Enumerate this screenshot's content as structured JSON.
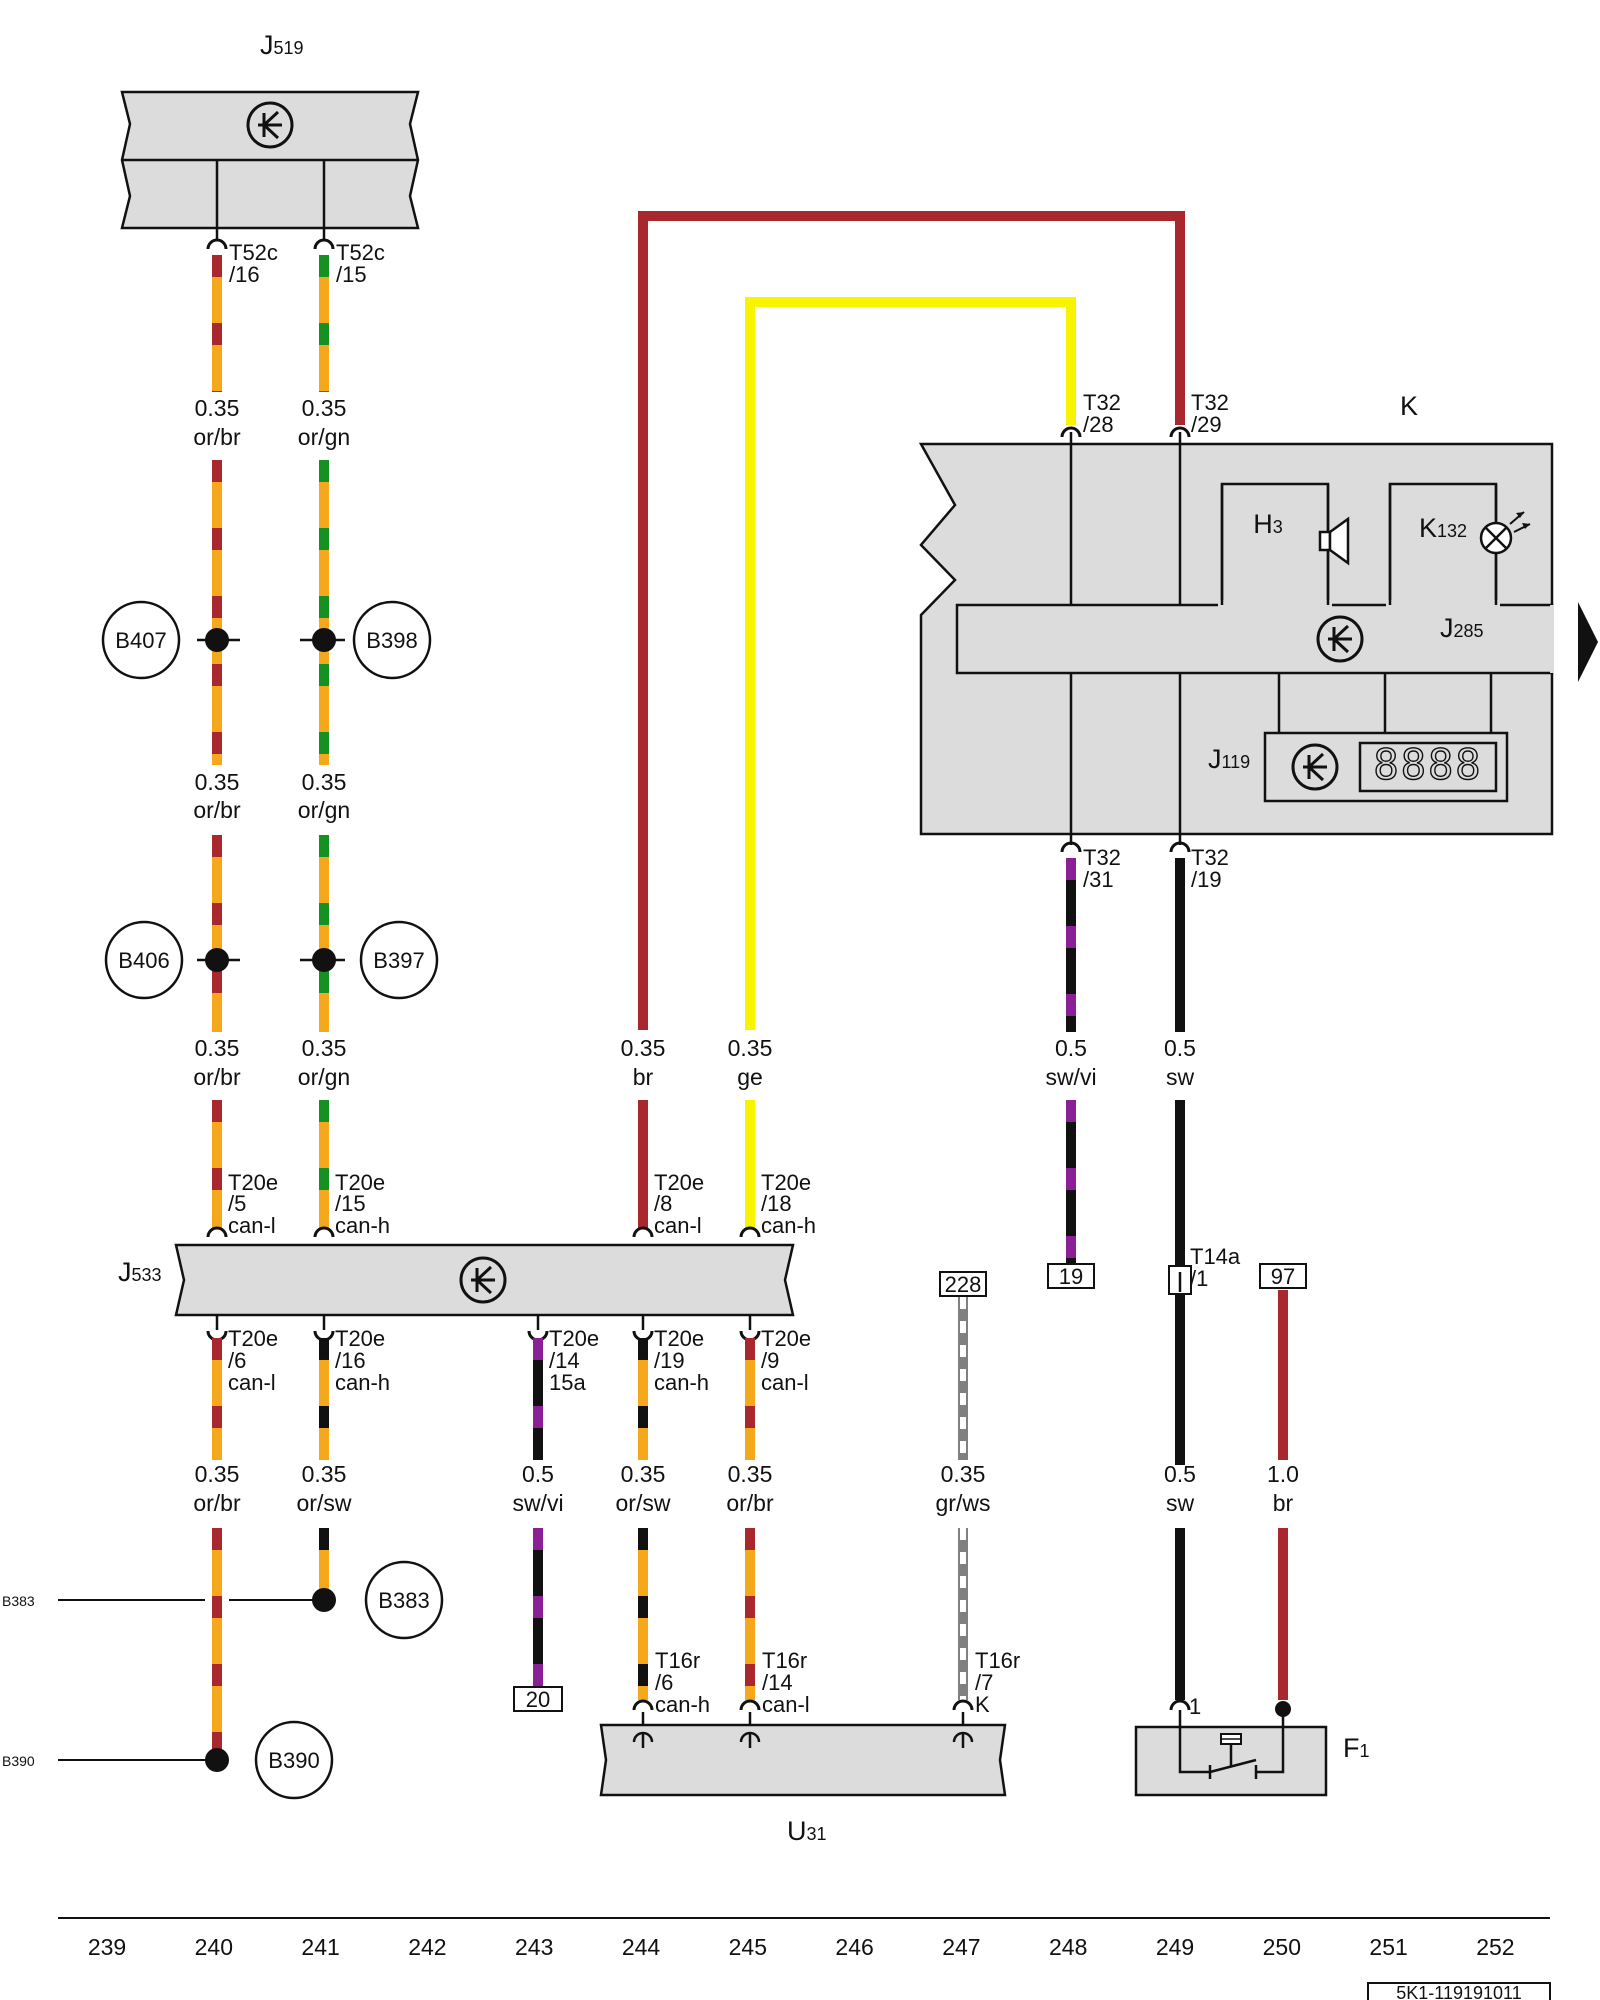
{
  "components": {
    "J519": {
      "name": "J",
      "sub": "519"
    },
    "K": {
      "name": "K"
    },
    "H3": {
      "name": "H",
      "sub": "3"
    },
    "K132": {
      "name": "K",
      "sub": "132"
    },
    "J285": {
      "name": "J",
      "sub": "285"
    },
    "J119": {
      "name": "J",
      "sub": "119",
      "display": "8888"
    },
    "J533": {
      "name": "J",
      "sub": "533"
    },
    "U31": {
      "name": "U",
      "sub": "31"
    },
    "F1": {
      "name": "F",
      "sub": "1"
    }
  },
  "connectors": {
    "T52c_16": {
      "id": "T52c",
      "pin": "/16"
    },
    "T52c_15": {
      "id": "T52c",
      "pin": "/15"
    },
    "T32_28": {
      "id": "T32",
      "pin": "/28"
    },
    "T32_29": {
      "id": "T32",
      "pin": "/29"
    },
    "T32_31": {
      "id": "T32",
      "pin": "/31"
    },
    "T32_19": {
      "id": "T32",
      "pin": "/19"
    },
    "T20e_5": {
      "id": "T20e",
      "pin": "/5",
      "signal": "can-l"
    },
    "T20e_15": {
      "id": "T20e",
      "pin": "/15",
      "signal": "can-h"
    },
    "T20e_8": {
      "id": "T20e",
      "pin": "/8",
      "signal": "can-l"
    },
    "T20e_18": {
      "id": "T20e",
      "pin": "/18",
      "signal": "can-h"
    },
    "T20e_6": {
      "id": "T20e",
      "pin": "/6",
      "signal": "can-l"
    },
    "T20e_16": {
      "id": "T20e",
      "pin": "/16",
      "signal": "can-h"
    },
    "T20e_14": {
      "id": "T20e",
      "pin": "/14",
      "signal": "15a"
    },
    "T20e_19": {
      "id": "T20e",
      "pin": "/19",
      "signal": "can-h"
    },
    "T20e_9": {
      "id": "T20e",
      "pin": "/9",
      "signal": "can-l"
    },
    "T14a_1": {
      "id": "T14a",
      "pin": "/1"
    },
    "T16r_6": {
      "id": "T16r",
      "pin": "/6",
      "signal": "can-h"
    },
    "T16r_14": {
      "id": "T16r",
      "pin": "/14",
      "signal": "can-l"
    },
    "T16r_7": {
      "id": "T16r",
      "pin": "/7",
      "signal": "K"
    },
    "F1_1": {
      "pin": "1"
    }
  },
  "wire_labels": {
    "w240a": {
      "size": "0.35",
      "color": "or/br"
    },
    "w241a": {
      "size": "0.35",
      "color": "or/gn"
    },
    "w240b": {
      "size": "0.35",
      "color": "or/br"
    },
    "w241b": {
      "size": "0.35",
      "color": "or/gn"
    },
    "w240c": {
      "size": "0.35",
      "color": "or/br"
    },
    "w241c": {
      "size": "0.35",
      "color": "or/gn"
    },
    "w244": {
      "size": "0.35",
      "color": "br"
    },
    "w245": {
      "size": "0.35",
      "color": "ge"
    },
    "w248": {
      "size": "0.5",
      "color": "sw/vi"
    },
    "w249": {
      "size": "0.5",
      "color": "sw"
    },
    "w240d": {
      "size": "0.35",
      "color": "or/br"
    },
    "w241d": {
      "size": "0.35",
      "color": "or/sw"
    },
    "w243": {
      "size": "0.5",
      "color": "sw/vi"
    },
    "w244b": {
      "size": "0.35",
      "color": "or/sw"
    },
    "w245b": {
      "size": "0.35",
      "color": "or/br"
    },
    "w247": {
      "size": "0.35",
      "color": "gr/ws"
    },
    "w249b": {
      "size": "0.5",
      "color": "sw"
    },
    "w250": {
      "size": "1.0",
      "color": "br"
    }
  },
  "splices": {
    "B407": "B407",
    "B398": "B398",
    "B406": "B406",
    "B397": "B397",
    "B383": "B383",
    "B390": "B390",
    "B383_edge": "B383",
    "B390_edge": "B390"
  },
  "references": {
    "r19": "19",
    "r97": "97",
    "r228": "228",
    "r20": "20"
  },
  "current_tracks": [
    "239",
    "240",
    "241",
    "242",
    "243",
    "244",
    "245",
    "246",
    "247",
    "248",
    "249",
    "250",
    "251",
    "252"
  ],
  "footer_code": "5K1-119191011",
  "wire_colors": {
    "or": "#f5a81c",
    "br": "#a8282e",
    "gn": "#159121",
    "sw": "#111111",
    "vi": "#8a1f96",
    "ge": "#f8f400",
    "gr": "#808080",
    "ws": "#ffffff",
    "component_fill": "#dcdcdc",
    "stroke": "#111111"
  },
  "icons": [
    "ecu-transistor-icon",
    "speaker-icon",
    "warning-lamp-icon",
    "seven-segment-display-icon",
    "switch-icon",
    "page-continue-arrow-icon"
  ]
}
